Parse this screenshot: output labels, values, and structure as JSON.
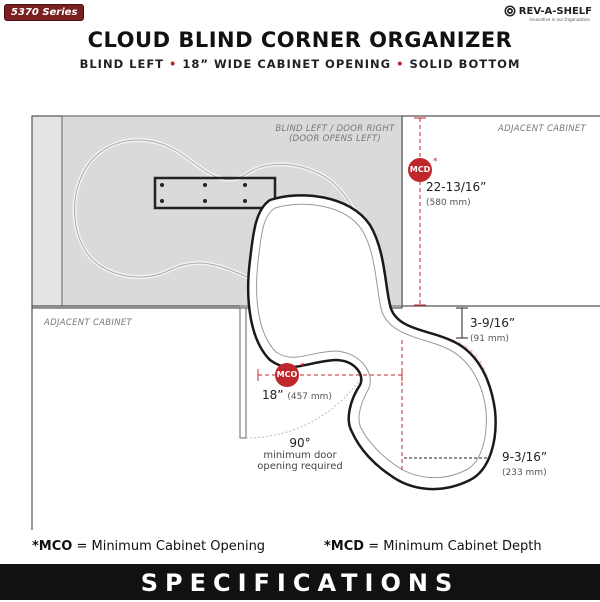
{
  "badge": "5370 Series",
  "logo": {
    "name": "REV-A-SHELF",
    "tagline": "Innovative in our Organization",
    "icon": "logo-mark-icon"
  },
  "title": "CLOUD BLIND CORNER ORGANIZER",
  "subtitle": {
    "part1": "BLIND LEFT",
    "part2": "18” WIDE CABINET OPENING",
    "part3": "SOLID BOTTOM"
  },
  "labels": {
    "blind_line1": "BLIND LEFT / DOOR RIGHT",
    "blind_line2": "(DOOR OPENS LEFT)",
    "adjacent_right": "ADJACENT CABINET",
    "adjacent_left": "ADJACENT CABINET"
  },
  "markers": {
    "mcd": "MCD",
    "mco": "MCO",
    "asterisk": "*"
  },
  "dimensions": {
    "depth": {
      "value": "22-13/16”",
      "metric": "(580 mm)"
    },
    "offset": {
      "value": "3-9/16”",
      "metric": "(91 mm)"
    },
    "opening": {
      "value": "18”",
      "metric": "(457 mm)"
    },
    "side": {
      "value": "9-3/16”",
      "metric": "(233 mm)"
    }
  },
  "door": {
    "angle": "90°",
    "line1": "minimum door",
    "line2": "opening required"
  },
  "legend": {
    "mco_key": "*MCO",
    "mco_text": " = Minimum Cabinet Opening",
    "mcd_key": "*MCD",
    "mcd_text": " = Minimum Cabinet Depth"
  },
  "footer": "SPECIFICATIONS",
  "colors": {
    "accent": "#c0272d",
    "badge": "#7a1f22",
    "cabinet_fill": "#dcdcdc",
    "footer": "#111111"
  }
}
